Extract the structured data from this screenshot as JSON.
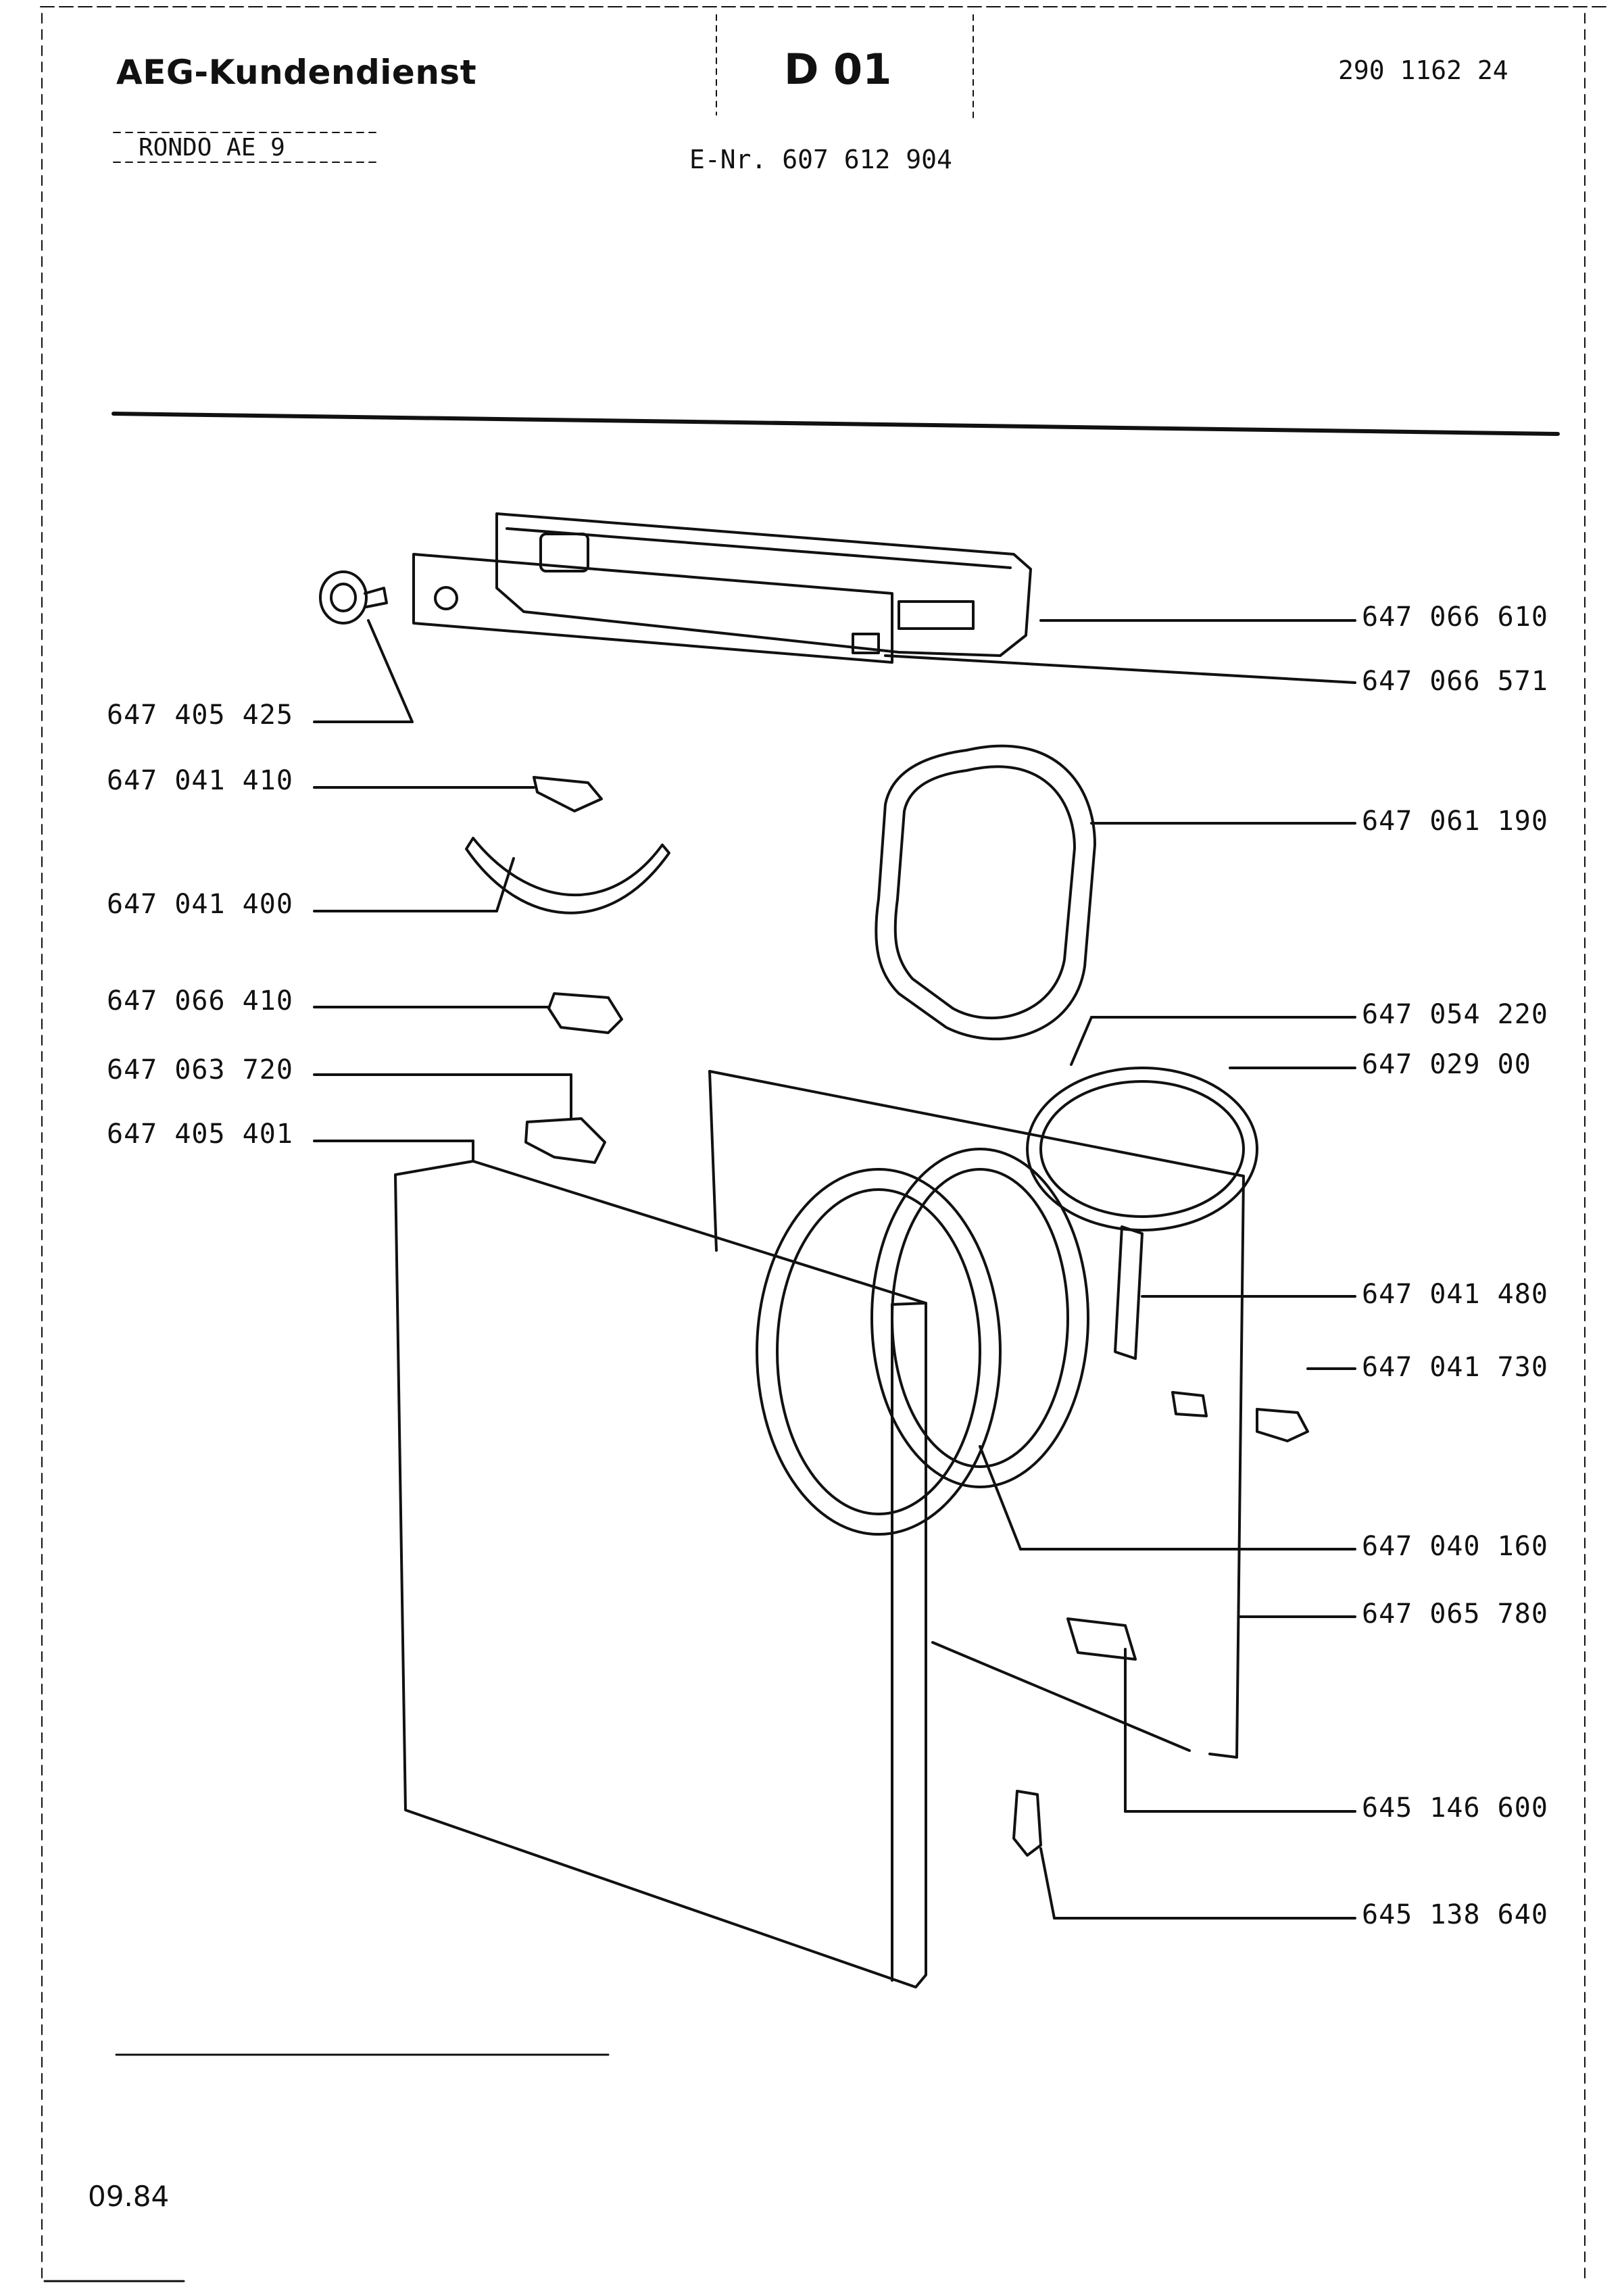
{
  "header": {
    "title": "AEG-Kundendienst",
    "section_code": "D 01",
    "document_number": "290 1162 24",
    "model": "RONDO AE 9",
    "e_number": "E-Nr. 607 612 904"
  },
  "footer": {
    "date": "09.84"
  },
  "part_numbers": {
    "control_panel_housing": "647 066 610",
    "panel_strip": "647 066 571",
    "knob": "647 405 425",
    "small_clip": "647 041 410",
    "curved_bracket": "647 041 400",
    "bracket_a": "647 066 410",
    "bracket_b": "647 063 720",
    "front_door": "647 405 401",
    "door_seal": "647 061 190",
    "drum_ring": "647 054 220",
    "drum_rim": "647 029 00",
    "handle": "647 041 480",
    "catch": "647 041 730",
    "bearing_ring": "647 040 160",
    "front_frame": "647 065 780",
    "plate": "645 146 600",
    "latch": "645 138 640"
  }
}
